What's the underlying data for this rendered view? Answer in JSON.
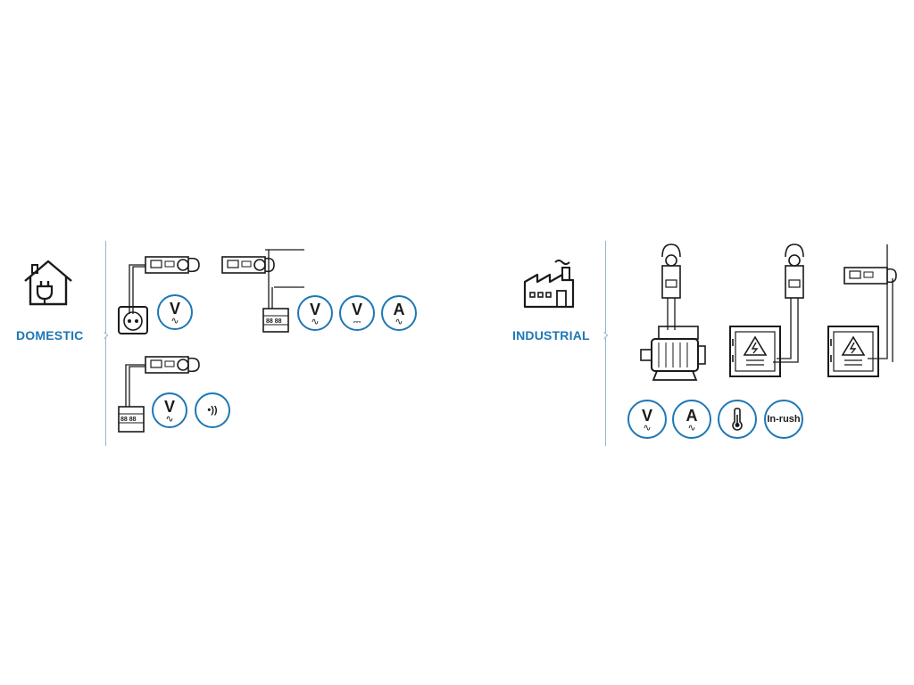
{
  "domestic": {
    "label": "DOMESTIC",
    "badges": {
      "socket_v": {
        "main": "V",
        "sub": "∿"
      },
      "dist_v": {
        "main": "V",
        "sub": "∿"
      },
      "dist_vdc": {
        "main": "V",
        "sub": "⎓"
      },
      "dist_a": {
        "main": "A",
        "sub": "∿"
      },
      "breaker_v": {
        "main": "V",
        "sub": "∿"
      },
      "breaker_continuity": {
        "main": "•))"
      }
    }
  },
  "industrial": {
    "label": "INDUSTRIAL",
    "badges": {
      "v_low": {
        "main": "V",
        "sub": "∿"
      },
      "a": {
        "main": "A",
        "sub": "∿"
      },
      "temperature": {
        "icon": "thermometer-icon"
      },
      "inrush": {
        "main": "In-rush"
      }
    }
  },
  "colors": {
    "accent": "#1d77b5",
    "line": "#1a1a1a",
    "divider": "#8fb8d6"
  }
}
